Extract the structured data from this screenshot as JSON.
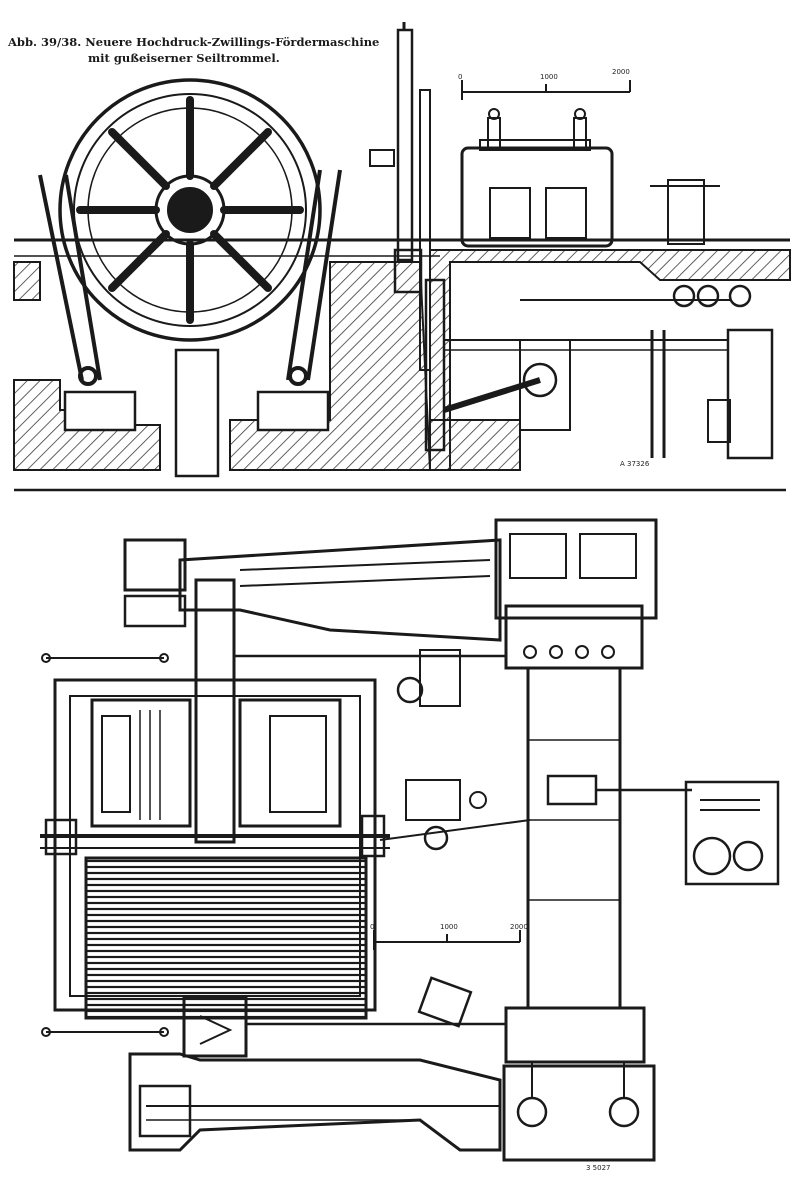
{
  "caption": {
    "fig_label": "Abb. 39/38.",
    "title_line1": "Neuere Hochdruck-Zwillings-Fördermaschine",
    "title_line2": "mit gußeiserner Seiltrommel."
  },
  "scale_top": {
    "start": "0",
    "mid": "1000",
    "end": "2000"
  },
  "scale_bottom": {
    "start": "0",
    "mid": "1000",
    "end": "2000"
  },
  "plate_ref_top": "A 37326",
  "plate_ref_bottom": "3 5027",
  "colors": {
    "ink": "#1a1a1a",
    "paper": "#ffffff",
    "hatch": "#3a3a3a"
  }
}
